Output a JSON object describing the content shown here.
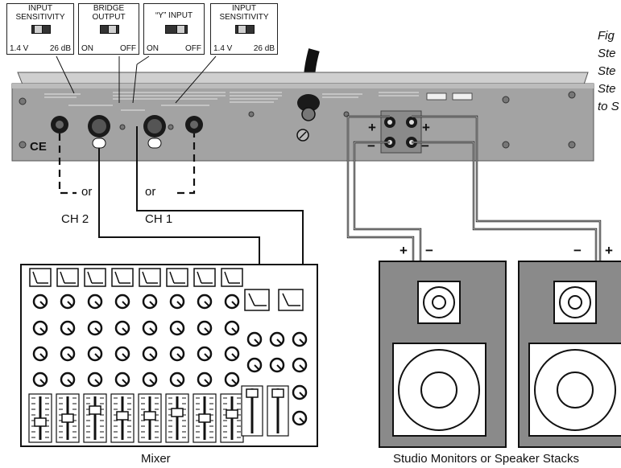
{
  "switches": [
    {
      "title_lines": [
        "INPUT",
        "SENSITIVITY"
      ],
      "left": "1.4 V",
      "right": "26 dB"
    },
    {
      "title_lines": [
        "BRIDGE",
        "OUTPUT"
      ],
      "left": "ON",
      "right": "OFF"
    },
    {
      "title_lines": [
        "“Y” INPUT"
      ],
      "left": "ON",
      "right": "OFF"
    },
    {
      "title_lines": [
        "INPUT",
        "SENSITIVITY"
      ],
      "left": "1.4 V",
      "right": "26 dB"
    }
  ],
  "caption_lines": [
    "Fig",
    "Ste",
    "Ste",
    "Ste",
    "to S"
  ],
  "labels": {
    "or_left": "or",
    "or_right": "or",
    "ch2": "CH 2",
    "ch1": "CH 1",
    "mixer": "Mixer",
    "speakers": "Studio Monitors or Speaker Stacks",
    "amp_plus_left": "+",
    "amp_minus_left": "−",
    "amp_plus_right": "+",
    "amp_minus_right": "−",
    "spk1_plus": "+",
    "spk1_minus": "−",
    "spk2_minus": "−",
    "spk2_plus": "+",
    "panel_ce": "CE"
  },
  "colors": {
    "panel": "#9e9e9e",
    "panel_light": "#b8b8b8",
    "speaker_cabinet": "#8a8a8a",
    "line": "#111111"
  }
}
